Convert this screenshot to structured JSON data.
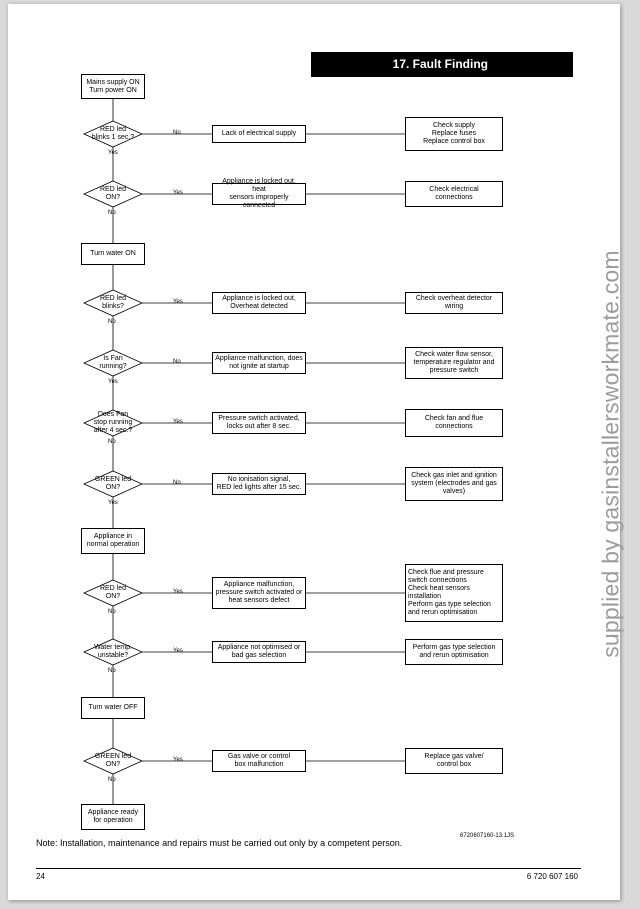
{
  "header": {
    "title": "17. Fault Finding"
  },
  "start_box": "Mains supply ON\nTurn power ON",
  "steps": [
    {
      "question": "RED led\nblinks 1 sec.?",
      "branch_label": "No",
      "cause": "Lack of electrical supply",
      "action": "Check supply\nReplace fuses\nReplace control box",
      "next_label": "Yes"
    },
    {
      "question": "RED led\nON?",
      "branch_label": "Yes",
      "cause": "Appliance is locked out, heat\nsensors improperly connected",
      "action": "Check electrical\nconnections",
      "next_label": "No"
    },
    {
      "question": "RED led\nblinks?",
      "branch_label": "Yes",
      "cause": "Appliance is locked out,\nOverheat detected",
      "action": "Check overheat detector\nwiring",
      "next_label": "No"
    },
    {
      "question": "Is Fan\nrunning?",
      "branch_label": "No",
      "cause": "Appliance malfunction, does\nnot ignite at startup",
      "action": "Check water flow sensor,\ntemperature regulator and\npressure switch",
      "next_label": "Yes"
    },
    {
      "question": "Does Fan\nstop running\nafter 4 sec.?",
      "branch_label": "Yes",
      "cause": "Pressure switch activated,\nlocks out after 8 sec.",
      "action": "Check fan and flue connections",
      "next_label": "No"
    },
    {
      "question": "GREEN led\nON?",
      "branch_label": "No",
      "cause": "No ionisation signal,\nRED led lights after 15 sec.",
      "action": "Check gas inlet and ignition\nsystem (electrodes and gas\nvalves)",
      "next_label": "Yes"
    },
    {
      "question": "RED led\nON?",
      "branch_label": "Yes",
      "cause": "Appliance malfunction,\npressure switch activated or\nheat sensors defect",
      "action": "Check flue and pressure\nswitch connections\nCheck heat sensors\ninstallation\nPerform gas type selection\nand rerun optimisation",
      "next_label": "No"
    },
    {
      "question": "Water temp.\nunstable?",
      "branch_label": "Yes",
      "cause": "Appliance not optimised or\nbad gas selection",
      "action": "Perform gas type selection\nand rerun optimisation",
      "next_label": "No"
    },
    {
      "question": "GREEN led\nON?",
      "branch_label": "Yes",
      "cause": "Gas valve or control\nbox malfunction",
      "action": "Replace gas valve/\ncontrol box",
      "next_label": "No"
    }
  ],
  "process_boxes": [
    "Turn water ON",
    "Appliance in\nnormal operation",
    "Turn water OFF"
  ],
  "end_box": "Appliance ready\nfor operation",
  "figure_ref": "6720607160-13.1JS",
  "note": "Note: Installation, maintenance and repairs must be carried out only by a competent person.",
  "footer": {
    "page_number": "24",
    "document_number": "6 720 607 160"
  },
  "watermark": "supplied by gasinstallersworkmate.com"
}
